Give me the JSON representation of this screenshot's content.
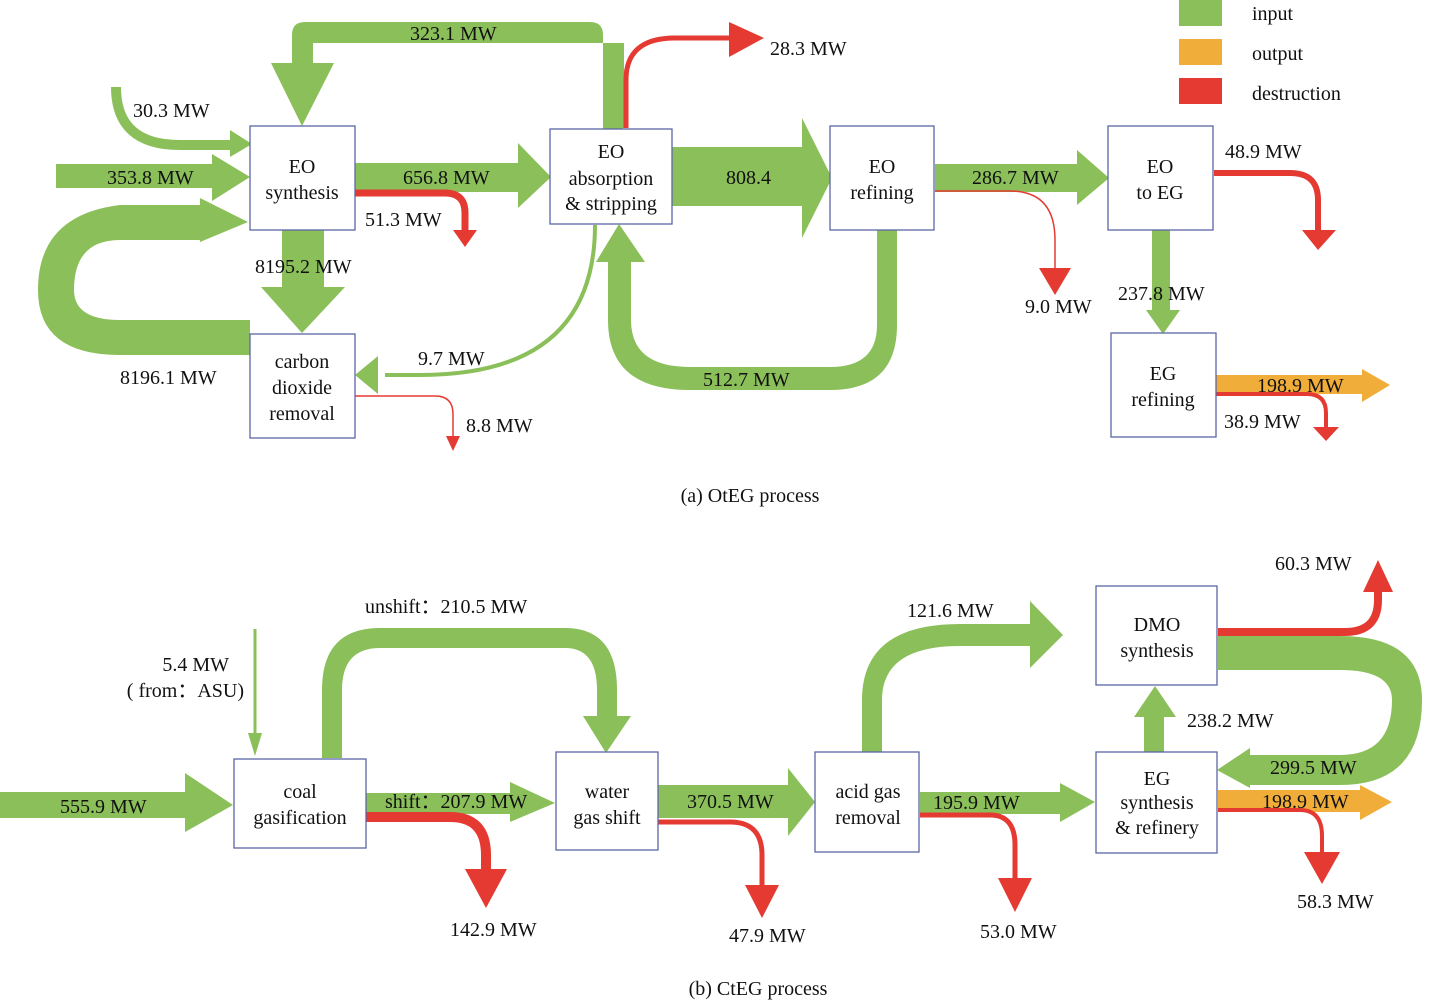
{
  "colors": {
    "input": "#8bbf5a",
    "output": "#f0ad3a",
    "destruction": "#e53a32",
    "box_border": "#5b66a8",
    "text": "#111111"
  },
  "legend": [
    {
      "key": "input",
      "label": "input",
      "color": "#8bbf5a"
    },
    {
      "key": "output",
      "label": "output",
      "color": "#f0ad3a"
    },
    {
      "key": "destruction",
      "label": "destruction",
      "color": "#e53a32"
    }
  ],
  "panel_a": {
    "caption": "(a) OtEG process",
    "nodes": {
      "eo_synthesis": [
        "EO",
        "synthesis"
      ],
      "eo_absorption": [
        "EO",
        "absorption",
        "& stripping"
      ],
      "eo_refining": [
        "EO",
        "refining"
      ],
      "eo_to_eg": [
        "EO",
        "to EG"
      ],
      "co2_removal": [
        "carbon",
        "dioxide",
        "removal"
      ],
      "eg_refining": [
        "EG",
        "refining"
      ]
    },
    "flows": {
      "recycle_323": {
        "label": "323.1 MW",
        "value": 323.1,
        "type": "input"
      },
      "in_30": {
        "label": "30.3 MW",
        "value": 30.3,
        "type": "input"
      },
      "in_353": {
        "label": "353.8 MW",
        "value": 353.8,
        "type": "input"
      },
      "synth_to_abs": {
        "label": "656.8 MW",
        "value": 656.8,
        "type": "input"
      },
      "synth_destr": {
        "label": "51.3 MW",
        "value": 51.3,
        "type": "destruction"
      },
      "synth_to_co2": {
        "label": "8195.2 MW",
        "value": 8195.2,
        "type": "input"
      },
      "co2_to_synth": {
        "label": "8196.1 MW",
        "value": 8196.1,
        "type": "input"
      },
      "co2_destr": {
        "label": "8.8 MW",
        "value": 8.8,
        "type": "destruction"
      },
      "abs_to_co2": {
        "label": "9.7 MW",
        "value": 9.7,
        "type": "input"
      },
      "abs_destr": {
        "label": "28.3 MW",
        "value": 28.3,
        "type": "destruction"
      },
      "abs_to_ref": {
        "label": "808.4",
        "value": 808.4,
        "type": "input"
      },
      "ref_to_abs": {
        "label": "512.7 MW",
        "value": 512.7,
        "type": "input"
      },
      "ref_to_eoeg": {
        "label": "286.7 MW",
        "value": 286.7,
        "type": "input"
      },
      "ref_destr": {
        "label": "9.0 MW",
        "value": 9.0,
        "type": "destruction"
      },
      "eoeg_destr": {
        "label": "48.9 MW",
        "value": 48.9,
        "type": "destruction"
      },
      "eoeg_to_egref": {
        "label": "237.8 MW",
        "value": 237.8,
        "type": "input"
      },
      "egref_out": {
        "label": "198.9 MW",
        "value": 198.9,
        "type": "output"
      },
      "egref_destr": {
        "label": "38.9 MW",
        "value": 38.9,
        "type": "destruction"
      }
    }
  },
  "panel_b": {
    "caption": "(b) CtEG process",
    "nodes": {
      "coal_gasification": [
        "coal",
        "gasification"
      ],
      "water_gas_shift": [
        "water",
        "gas shift"
      ],
      "acid_gas_removal": [
        "acid gas",
        "removal"
      ],
      "dmo_synthesis": [
        "DMO",
        "synthesis"
      ],
      "eg_synthesis": [
        "EG",
        "synthesis",
        "& refinery"
      ]
    },
    "flows": {
      "coal_in": {
        "label": "555.9 MW",
        "value": 555.9,
        "type": "input"
      },
      "asu_in": {
        "label": "5.4 MW",
        "sublabel": "( from：ASU)",
        "value": 5.4,
        "type": "input"
      },
      "unshift": {
        "label": "unshift：210.5 MW",
        "value": 210.5,
        "type": "input"
      },
      "shift": {
        "label": "shift：207.9 MW",
        "value": 207.9,
        "type": "input"
      },
      "gasif_destr": {
        "label": "142.9 MW",
        "value": 142.9,
        "type": "destruction"
      },
      "wgs_to_agr": {
        "label": "370.5 MW",
        "value": 370.5,
        "type": "input"
      },
      "wgs_destr": {
        "label": "47.9 MW",
        "value": 47.9,
        "type": "destruction"
      },
      "agr_to_dmo": {
        "label": "121.6 MW",
        "value": 121.6,
        "type": "input"
      },
      "agr_to_eg": {
        "label": "195.9 MW",
        "value": 195.9,
        "type": "input"
      },
      "agr_destr": {
        "label": "53.0 MW",
        "value": 53.0,
        "type": "destruction"
      },
      "dmo_destr": {
        "label": "60.3 MW",
        "value": 60.3,
        "type": "destruction"
      },
      "dmo_to_eg": {
        "label": "299.5 MW",
        "value": 299.5,
        "type": "input"
      },
      "eg_to_dmo": {
        "label": "238.2 MW",
        "value": 238.2,
        "type": "input"
      },
      "eg_out": {
        "label": "198.9 MW",
        "value": 198.9,
        "type": "output"
      },
      "eg_destr": {
        "label": "58.3 MW",
        "value": 58.3,
        "type": "destruction"
      }
    }
  }
}
